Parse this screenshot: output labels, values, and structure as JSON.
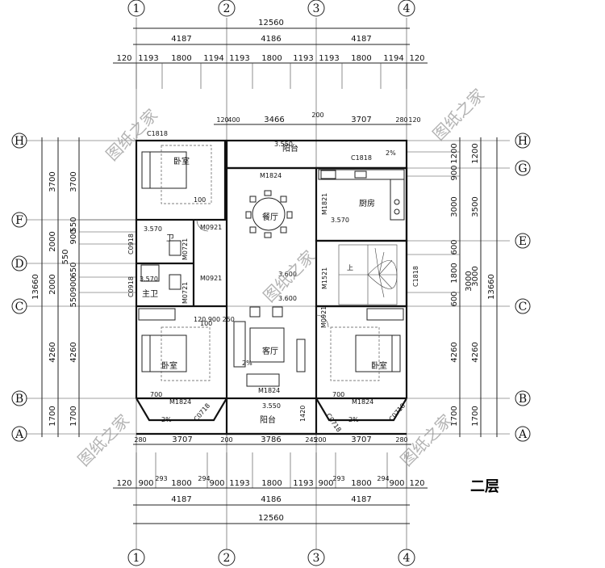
{
  "floor_label": "二层",
  "watermark": "图纸之家",
  "axes_top": [
    "1",
    "2",
    "3",
    "4"
  ],
  "axes_side": [
    "H",
    "G",
    "F",
    "E",
    "D",
    "C",
    "B",
    "A"
  ],
  "dims": {
    "total_width": "12560",
    "bay1": "4187",
    "bay2": "4186",
    "bay3": "4187",
    "top_split": [
      "120",
      "1193",
      "1800",
      "1194",
      "1193",
      "1800",
      "1193",
      "1193",
      "1800",
      "1194",
      "120"
    ],
    "bottom_split": [
      "120",
      "900",
      "1800",
      "900",
      "1193",
      "1800",
      "1193",
      "900",
      "1800",
      "900",
      "120"
    ],
    "bottom_small": [
      "293",
      "294",
      "293",
      "294"
    ],
    "inner_top": [
      "120",
      "400",
      "3466",
      "200",
      "3707",
      "280",
      "120"
    ],
    "inner_bottom": [
      "280",
      "3707",
      "200",
      "3786",
      "245",
      "200",
      "3707",
      "280"
    ],
    "total_height": "13660",
    "left_height": [
      "3700",
      "2000",
      "2000",
      "4260",
      "1700"
    ],
    "left_inner": [
      "3700",
      "900",
      "550",
      "550",
      "650",
      "900",
      "550",
      "4260",
      "1700"
    ],
    "right_height": [
      "1200",
      "3500",
      "3000",
      "4260",
      "1700"
    ],
    "right_inner": [
      "1200",
      "900",
      "3000",
      "600",
      "1800",
      "3000",
      "600",
      "4260",
      "1700"
    ]
  },
  "rooms": {
    "bedroom_nw": "卧室",
    "dining": "餐厅",
    "kitchen": "厨房",
    "living": "客厅",
    "bedroom_sw": "卧室",
    "bedroom_se": "卧室",
    "balcony_top": "阳台",
    "balcony_bottom": "阳台",
    "bath": "卫",
    "master_bath": "主卫",
    "up": "上"
  },
  "codes": {
    "c1818_a": "C1818",
    "c1818_b": "C1818",
    "c1818_c": "C1818",
    "m1824_a": "M1824",
    "m1824_b": "M1824",
    "m1824_c": "M1824",
    "m1824_d": "M1824",
    "m0921_a": "M0921",
    "m0921_b": "M0921",
    "m0721_a": "M0721",
    "m0721_b": "M0721",
    "m0921_c": "M0921",
    "m1521": "M1521",
    "m1821": "M1821",
    "c0918_a": "C0918",
    "c0918_b": "C0918",
    "c0718_a": "C0718",
    "c0718_b": "C0718",
    "c0718_c": "C0718"
  },
  "levels": {
    "l1": "3.550",
    "l2": "3.570",
    "l3": "3.600",
    "l4": "3.570",
    "l5": "3.600",
    "l6": "3.570",
    "l7": "3.550"
  },
  "slopes": {
    "s1": "2%",
    "s2": "2%",
    "s3": "2%",
    "s4": "2%"
  },
  "small_dims": {
    "d100_a": "100",
    "d100_b": "100",
    "d700_a": "700",
    "d700_b": "700",
    "d1420": "1420",
    "d120_900_250": "120 900 250"
  }
}
